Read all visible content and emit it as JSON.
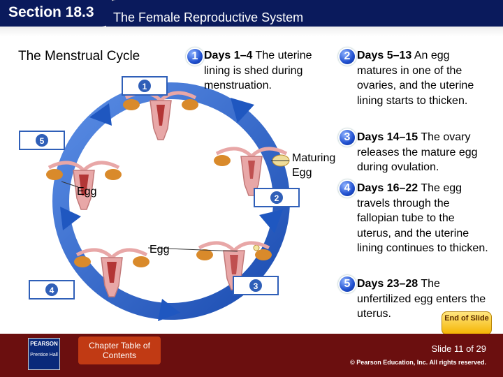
{
  "header": {
    "section": "Section 18.3",
    "title": "The Female Reproductive System"
  },
  "subtitle": "The Menstrual Cycle",
  "steps": [
    {
      "num": "1",
      "bold": "Days 1–4",
      "text": " The uterine lining is shed during menstruation."
    },
    {
      "num": "2",
      "bold": "Days 5–13",
      "text": " An egg matures in one of the ovaries, and the uterine lining starts to thicken."
    },
    {
      "num": "3",
      "bold": "Days 14–15",
      "text": " The ovary releases the mature egg during ovulation."
    },
    {
      "num": "4",
      "bold": "Days 16–22",
      "text": " The egg travels through the fallopian tube to the uterus, and the uterine lining continues to thicken."
    },
    {
      "num": "5",
      "bold": "Days 23–28",
      "text": " The unfertilized egg enters the uterus."
    }
  ],
  "diagram": {
    "labels": {
      "maturing_egg": "Maturing Egg",
      "egg_left": "Egg",
      "egg_bottom": "Egg"
    },
    "stage_tags": [
      "1",
      "2",
      "3",
      "4",
      "5"
    ]
  },
  "footer": {
    "pearson_name": "PEARSON",
    "pearson_sub": "Prentice Hall",
    "toc": "Chapter Table of Contents",
    "end_of_slide": "End of Slide",
    "slide_number": "Slide 11 of 29",
    "copyright": "© Pearson Education, Inc. All rights reserved."
  },
  "colors": {
    "header": "#0a1a5c",
    "footer": "#6b0f0f",
    "cycle_arrow": "#2a63c8",
    "tag_blue": "#2f5fb8",
    "uterus_pink": "#e8a7a7",
    "ovary_orange": "#d98a2b"
  }
}
